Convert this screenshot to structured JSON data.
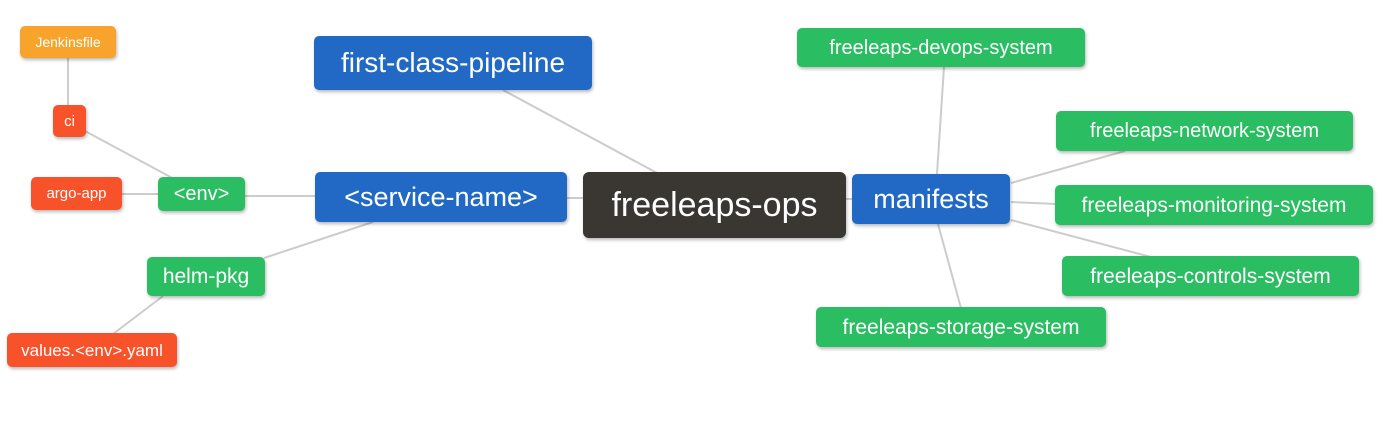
{
  "diagram": {
    "type": "mindmap",
    "root": "freeleaps-ops",
    "palette": {
      "blue": "#2269c5",
      "green": "#2abd62",
      "orange": "#f8a42c",
      "red": "#f8522a",
      "dark": "#3a3733",
      "edge_line": "#cccccc",
      "background": "#ffffff",
      "text": "#ffffff"
    },
    "nodes": [
      {
        "id": "jenkinsfile",
        "label": "Jenkinsfile",
        "color": "orange"
      },
      {
        "id": "ci",
        "label": "ci",
        "color": "red"
      },
      {
        "id": "argo-app",
        "label": "argo-app",
        "color": "red"
      },
      {
        "id": "env",
        "label": "<env>",
        "color": "green"
      },
      {
        "id": "service-name",
        "label": "<service-name>",
        "color": "blue"
      },
      {
        "id": "first-class-pipeline",
        "label": "first-class-pipeline",
        "color": "blue"
      },
      {
        "id": "freeleaps-ops",
        "label": "freeleaps-ops",
        "color": "dark"
      },
      {
        "id": "manifests",
        "label": "manifests",
        "color": "blue"
      },
      {
        "id": "freeleaps-devops-system",
        "label": "freeleaps-devops-system",
        "color": "green"
      },
      {
        "id": "freeleaps-network-system",
        "label": "freeleaps-network-system",
        "color": "green"
      },
      {
        "id": "freeleaps-monitoring-system",
        "label": "freeleaps-monitoring-system",
        "color": "green"
      },
      {
        "id": "freeleaps-controls-system",
        "label": "freeleaps-controls-system",
        "color": "green"
      },
      {
        "id": "freeleaps-storage-system",
        "label": "freeleaps-storage-system",
        "color": "green"
      },
      {
        "id": "helm-pkg",
        "label": "helm-pkg",
        "color": "green"
      },
      {
        "id": "values-env-yaml",
        "label": "values.<env>.yaml",
        "color": "red"
      }
    ],
    "edges": [
      {
        "from": "jenkinsfile",
        "to": "ci"
      },
      {
        "from": "ci",
        "to": "env"
      },
      {
        "from": "argo-app",
        "to": "env"
      },
      {
        "from": "env",
        "to": "service-name"
      },
      {
        "from": "first-class-pipeline",
        "to": "freeleaps-ops"
      },
      {
        "from": "service-name",
        "to": "freeleaps-ops"
      },
      {
        "from": "freeleaps-ops",
        "to": "manifests"
      },
      {
        "from": "manifests",
        "to": "freeleaps-devops-system"
      },
      {
        "from": "manifests",
        "to": "freeleaps-network-system"
      },
      {
        "from": "manifests",
        "to": "freeleaps-monitoring-system"
      },
      {
        "from": "manifests",
        "to": "freeleaps-controls-system"
      },
      {
        "from": "manifests",
        "to": "freeleaps-storage-system"
      },
      {
        "from": "service-name",
        "to": "helm-pkg"
      },
      {
        "from": "helm-pkg",
        "to": "values-env-yaml"
      }
    ]
  }
}
